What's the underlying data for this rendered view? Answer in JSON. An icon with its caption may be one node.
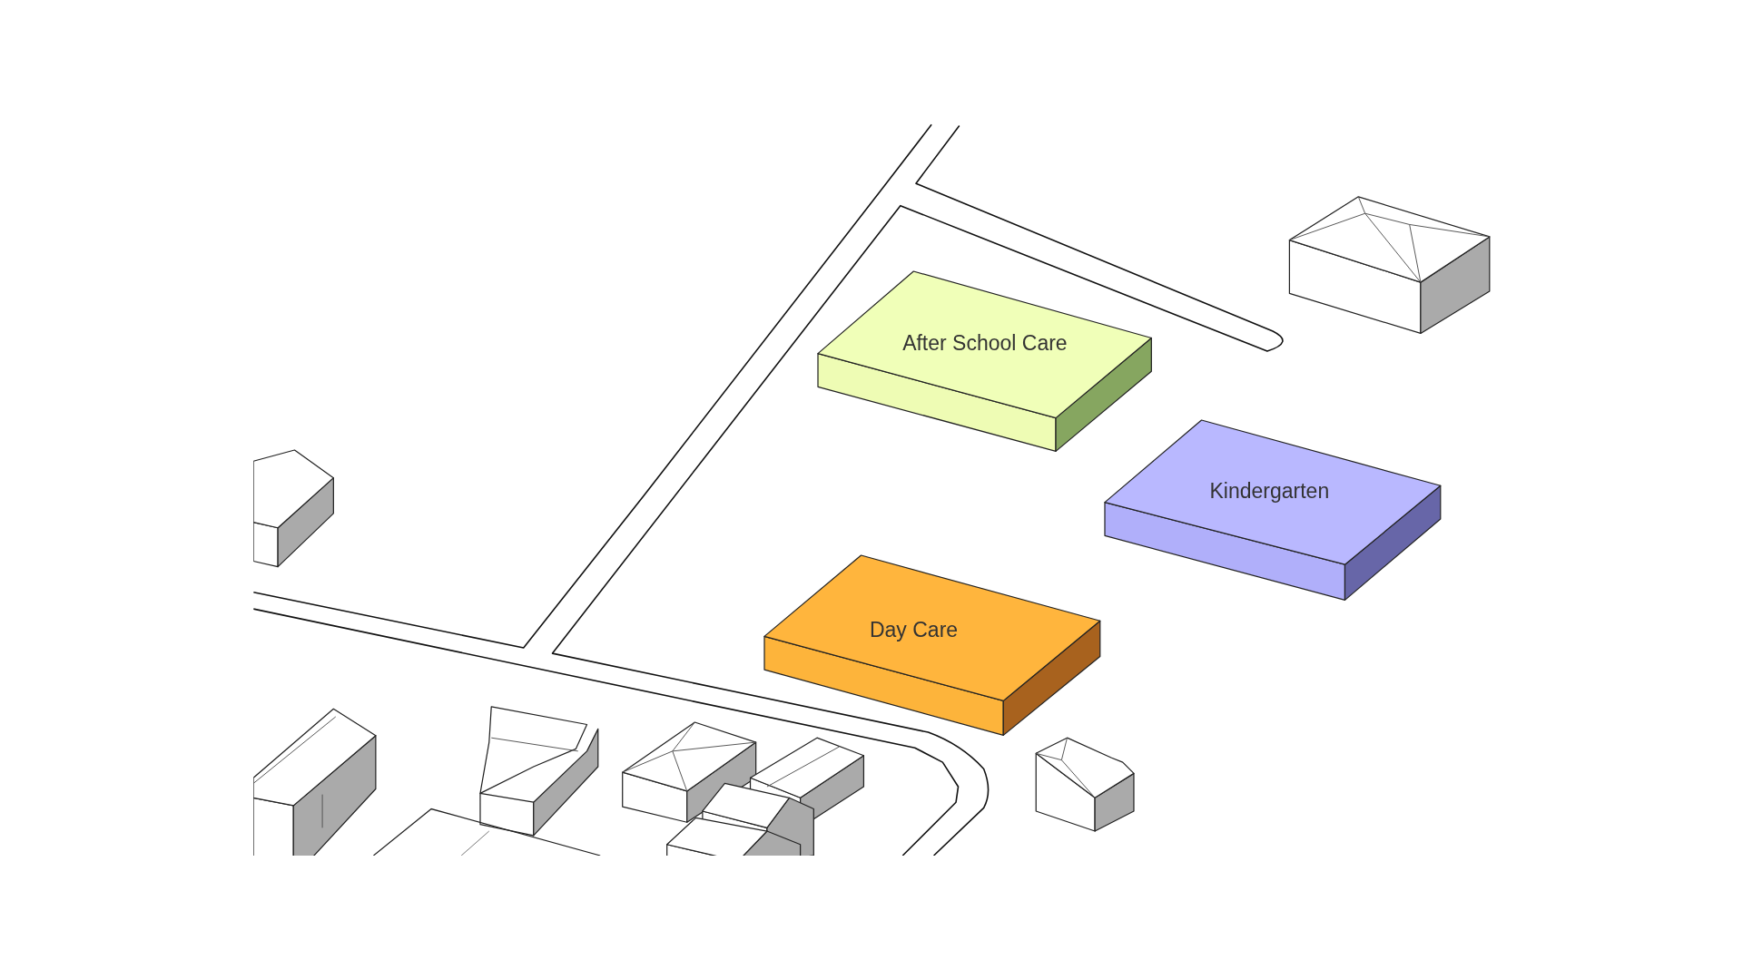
{
  "diagram": {
    "nodes": [
      {
        "text": [
          "After School Care"
        ]
      },
      {
        "text": [
          "Kindergarten"
        ]
      },
      {
        "text": [
          "Day Care"
        ]
      }
    ]
  }
}
